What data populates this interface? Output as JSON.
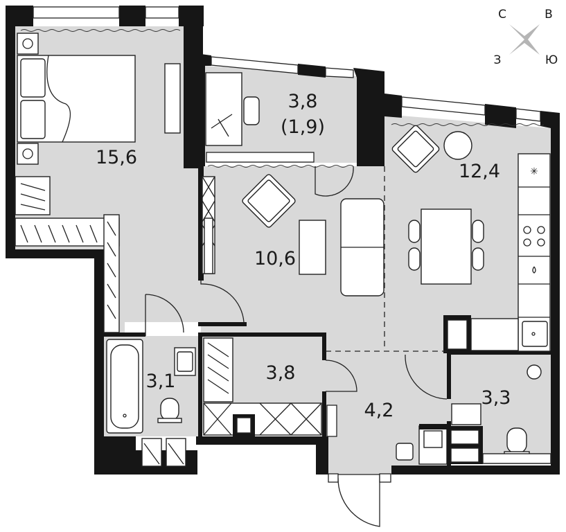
{
  "rooms": [
    {
      "id": "bedroom",
      "area": "15,6"
    },
    {
      "id": "loggia",
      "area": "3,8",
      "area_sub": "(1,9)"
    },
    {
      "id": "living-room",
      "area": "10,6"
    },
    {
      "id": "kitchen",
      "area": "12,4"
    },
    {
      "id": "bathroom",
      "area": "3,1"
    },
    {
      "id": "wardrobe",
      "area": "3,8"
    },
    {
      "id": "hallway",
      "area": "4,2"
    },
    {
      "id": "toilet",
      "area": "3,3"
    }
  ],
  "compass": {
    "north": "С",
    "east": "В",
    "west": "З",
    "south": "Ю"
  },
  "colors": {
    "wall": "#161616",
    "floor": "#d9d9d9",
    "furniture": "#ffffff"
  }
}
